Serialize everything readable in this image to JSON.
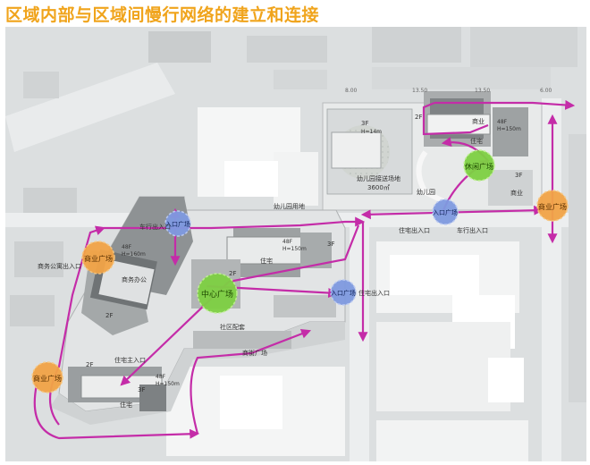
{
  "title": "区域内部与区域间慢行网络的建立和连接",
  "colors": {
    "path": "#c42ca8",
    "hub_orange": "#f2a447",
    "hub_blue": "#7f9ae0",
    "hub_green": "#7ed043",
    "title": "#f0a41c"
  },
  "hubs": {
    "commercial_nw": "商业广场",
    "commercial_sw": "商业广场",
    "commercial_e": "商业广场",
    "central": "中心广场",
    "leisure": "休闲广场",
    "entrance_n": "入口广场",
    "entrance_c": "入口广场",
    "entrance_e": "入口广场"
  },
  "labels": {
    "kindergarten": "幼儿园",
    "kindergarten_field": "幼儿园用地",
    "kindergarten_area": "3600㎡",
    "kindergarten_3f": "3F",
    "kindergarten_h": "H=14m",
    "kindergarten_drop": "幼儿园接送场地",
    "vehicle_exit_n": "车行出入口",
    "vehicle_exit_e": "车行出入口",
    "residential_exit_e": "住宅出入口",
    "residential_exit_c": "住宅出入口",
    "residential_entrance_sw": "住宅主入口",
    "office_exit": "商务公寓出入口",
    "office": "商务办公",
    "office_floors": "48F",
    "office_h": "H=160m",
    "residence_c": "住宅",
    "residence_c_floors": "48F",
    "residence_c_h": "H=150m",
    "residence_ne": "住宅",
    "residence_ne_floors": "48F",
    "residence_ne_h": "H=150m",
    "residence_sw": "住宅",
    "residence_sw_floors": "48F",
    "residence_sw_h": "H=150m",
    "commerce_ne": "商业",
    "commerce_e": "商业",
    "community": "社区配套",
    "plaza_bar": "商街广场",
    "fl_2f_a": "2F",
    "fl_2f_b": "2F",
    "fl_2f_c": "2F",
    "fl_2f_d": "2F",
    "fl_3f_a": "3F",
    "fl_3f_b": "3F",
    "fl_3f_c": "3F",
    "dim_a": "8.00",
    "dim_b": "13.50",
    "dim_c": "13.50",
    "dim_d": "6.00"
  }
}
